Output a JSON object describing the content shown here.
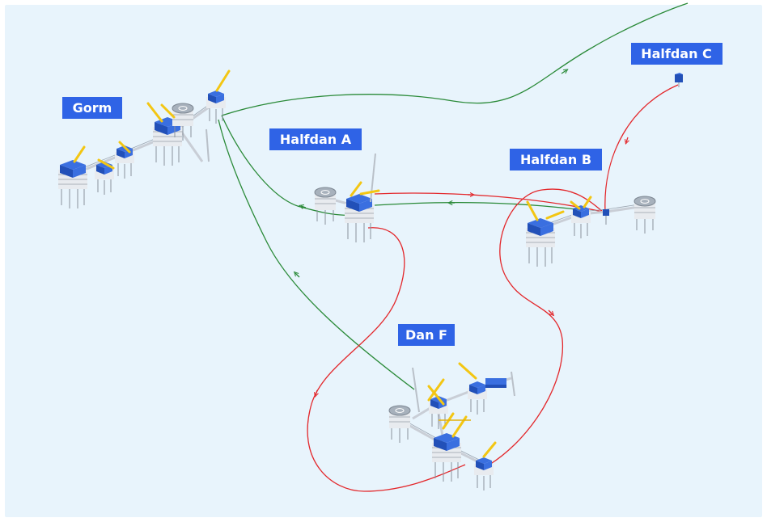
{
  "diagram": {
    "background": "#e8f4fc",
    "colors": {
      "label_background": "#2f63e6",
      "label_text": "#ffffff",
      "pipeline_export": "#2a8a38",
      "pipeline_import": "#e3272b"
    },
    "fields": [
      {
        "id": "gorm",
        "label": "Gorm"
      },
      {
        "id": "halfdan-a",
        "label": "Halfdan A"
      },
      {
        "id": "halfdan-b",
        "label": "Halfdan B"
      },
      {
        "id": "halfdan-c",
        "label": "Halfdan C"
      },
      {
        "id": "dan-f",
        "label": "Dan F"
      }
    ]
  }
}
